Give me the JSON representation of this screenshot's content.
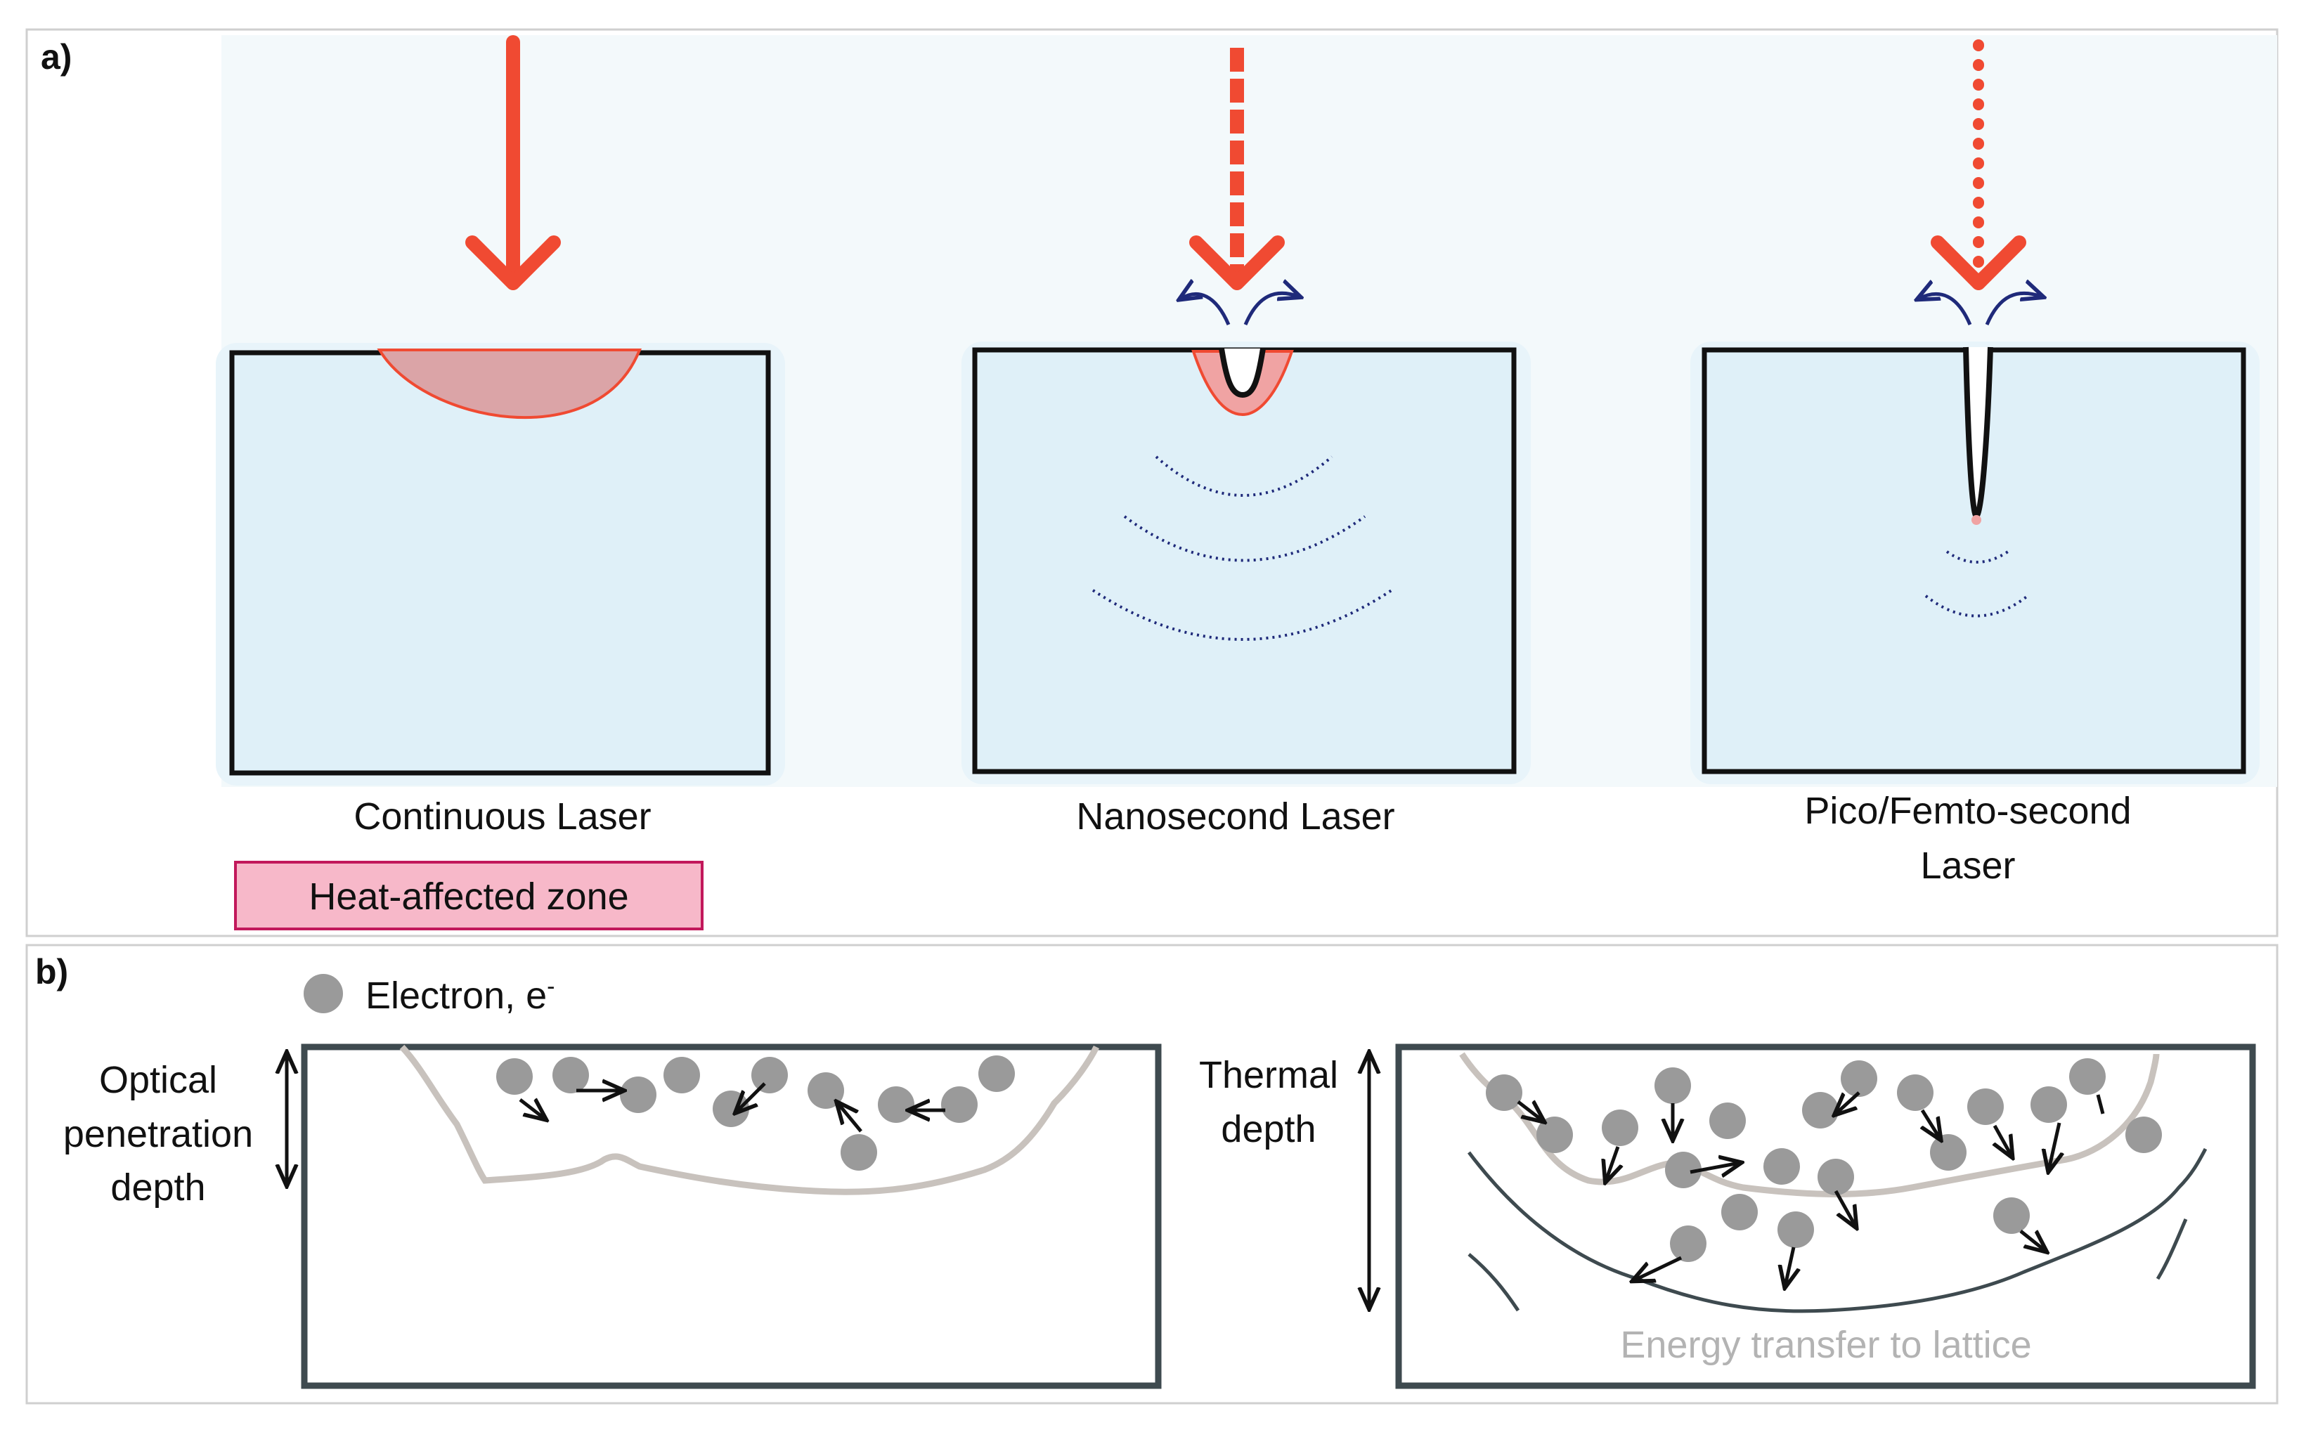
{
  "panel_a": {
    "letter": "a)",
    "lasers": [
      {
        "label": "Continuous Laser"
      },
      {
        "label": "Nanosecond Laser"
      },
      {
        "label_line1": "Pico/Femto-second",
        "label_line2": "Laser"
      }
    ],
    "legend": {
      "text": "Heat-affected zone",
      "color": "#f7b8c9"
    }
  },
  "panel_b": {
    "letter": "b)",
    "electron_legend": {
      "text": "Electron, e",
      "sup": "-"
    },
    "left": {
      "label_lines": [
        "Optical",
        "penetration",
        "depth"
      ]
    },
    "right": {
      "label_lines": [
        "Thermal",
        "depth"
      ],
      "caption": "Energy transfer to lattice"
    }
  },
  "colors": {
    "laser": "#f04a32",
    "material": "#dff0f8",
    "heat_zone": "#dba4a7",
    "wave": "#1f2a7a",
    "electron": "#9a9a9a",
    "frame": "#3e4a4f"
  }
}
